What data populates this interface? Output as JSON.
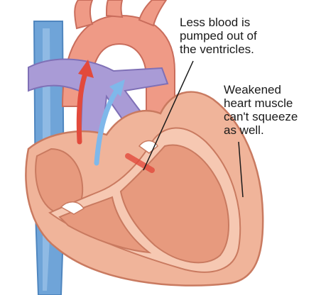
{
  "callouts": {
    "ventricles": {
      "lines": [
        "Less blood is",
        "pumped out of",
        "the ventricles."
      ]
    },
    "muscle": {
      "lines": [
        "Weakened",
        "heart muscle",
        "can't squeeze",
        "as well."
      ]
    }
  },
  "colors": {
    "background": "#ffffff",
    "heart_outer": "#f0b49a",
    "heart_inner": "#e8957a",
    "muscle_wall": "#f6c8b2",
    "chamber": "#e79a7e",
    "vena_cava": "#6fa4d8",
    "pulmonary_artery": "#a99bd6",
    "aorta": "#ef9a86",
    "blood_flow_red": "#e24a3c",
    "blood_flow_blue": "#7fb8ea",
    "leader_line": "#1a1a1a"
  }
}
